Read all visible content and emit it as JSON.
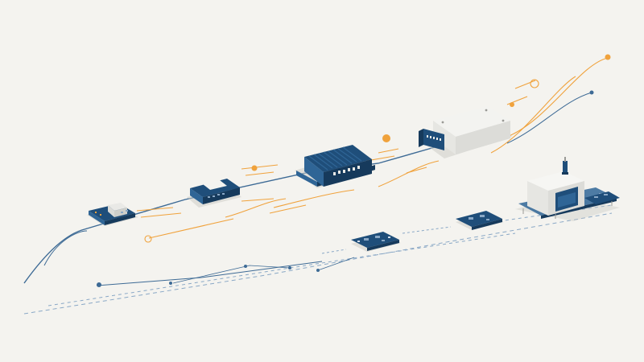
{
  "colors": {
    "background": "#f4f3ef",
    "navy": "#1f4e7a",
    "navy_dark": "#163a5c",
    "navy_light": "#2f6596",
    "orange": "#f0a23c",
    "line_blue": "#3d6a95",
    "dash_blue": "#8aa8c6",
    "grey_case": "#e9e9e6",
    "grey_shadow": "#c9c9c4"
  },
  "scene": {
    "devices": [
      {
        "id": "small-board",
        "icon": "circuit-board-icon"
      },
      {
        "id": "compact-module",
        "icon": "module-icon"
      },
      {
        "id": "heatsink-controller",
        "icon": "controller-icon"
      },
      {
        "id": "enclosure-unit",
        "icon": "enclosure-icon"
      }
    ],
    "assembly_line": [
      {
        "id": "pcb-1",
        "icon": "pcb-icon"
      },
      {
        "id": "pcb-2",
        "icon": "pcb-icon"
      },
      {
        "id": "test-station",
        "icon": "test-station-icon"
      },
      {
        "id": "pcb-3",
        "icon": "pcb-icon"
      }
    ]
  }
}
